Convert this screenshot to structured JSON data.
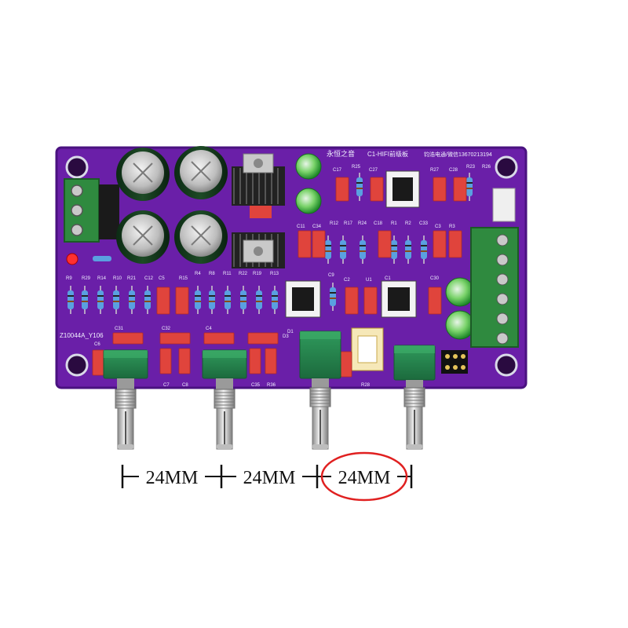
{
  "board": {
    "brand": "永恒之音",
    "model": "C1-HIFI前级板",
    "contact": "钧浩电通/微信13670213194",
    "code": "Z10044A_Y106",
    "color": "#6a1fa8",
    "edge_color": "#4a1280",
    "labels": [
      "C17",
      "R25",
      "C27",
      "R27",
      "C28",
      "R23",
      "R26",
      "C11",
      "C34",
      "R12",
      "R17",
      "R24",
      "C18",
      "R1",
      "R2",
      "C33",
      "C3",
      "R3",
      "R9",
      "R29",
      "R14",
      "R10",
      "R21",
      "C12",
      "C5",
      "R15",
      "R4",
      "R8",
      "R11",
      "R22",
      "R19",
      "R13",
      "C9",
      "C2",
      "U1",
      "C1",
      "C30",
      "C31",
      "C32",
      "C4",
      "C6",
      "C7",
      "C8",
      "C35",
      "R36",
      "D1",
      "D3",
      "R28"
    ]
  },
  "dimensions": {
    "segments": [
      {
        "label": "24MM",
        "highlighted": false
      },
      {
        "label": "24MM",
        "highlighted": false
      },
      {
        "label": "24MM",
        "highlighted": true
      }
    ],
    "highlight_color": "#e02020",
    "line_color": "#111111"
  }
}
